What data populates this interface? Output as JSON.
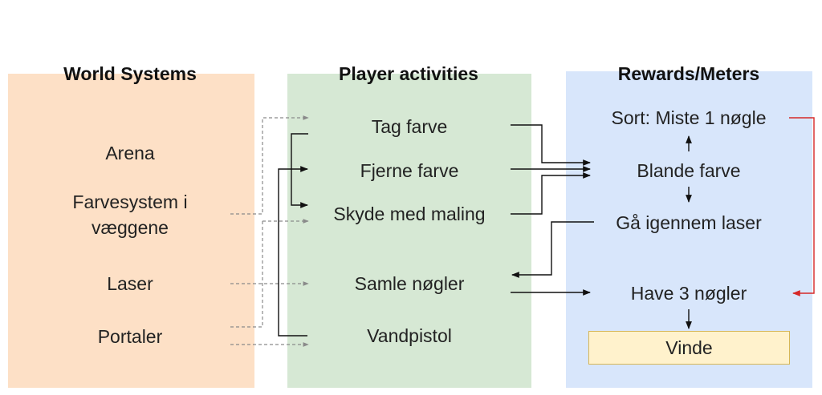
{
  "colors": {
    "world_fill": "#fde0c6",
    "activities_fill": "#d6e8d4",
    "rewards_fill": "#d8e6fb",
    "vinde_fill": "#fff2cc",
    "vinde_border": "#d6b656",
    "arrow_black": "#111111",
    "arrow_dashed": "#8a8a8a",
    "arrow_red": "#d62828"
  },
  "columns": {
    "world": {
      "title": "World Systems",
      "items": [
        "Arena",
        "Farvesystem i",
        "væggene",
        "Laser",
        "Portaler"
      ]
    },
    "activities": {
      "title": "Player activities",
      "items": [
        "Tag farve",
        "Fjerne farve",
        "Skyde med maling",
        "Samle nøgler",
        "Vandpistol"
      ]
    },
    "rewards": {
      "title": "Rewards/Meters",
      "items": [
        "Sort: Miste 1 nøgle",
        "Blande farve",
        "Gå igennem laser",
        "Have 3 nøgler"
      ],
      "goal": "Vinde"
    }
  }
}
